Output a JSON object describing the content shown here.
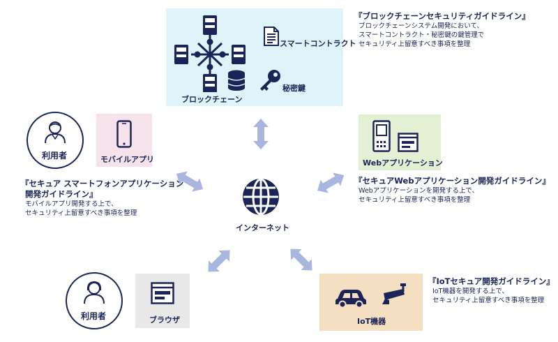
{
  "blockchain_box": {
    "chain_label": "ブロックチェーン",
    "contract_label": "スマートコントラクト",
    "key_label": "秘密鍵"
  },
  "blockchain_guide": {
    "title": "『ブロックチェーンセキュリティガイドライン』",
    "lines": [
      "ブロックチェーンシステム開発において、",
      "スマートコントラクト・秘密鍵の鍵管理で",
      "セキュリティ上留意すべき事項を整理"
    ]
  },
  "user_top": {
    "label": "利用者"
  },
  "mobile_box": {
    "label": "モバイルアプリ"
  },
  "mobile_guide": {
    "title_lines": [
      "『セキュア スマートフォンアプリケーション",
      "開発ガイドライン』"
    ],
    "lines": [
      "モバイルアプリ開発する上で、",
      "セキュリティ上留意すべき事項を整理"
    ]
  },
  "web_box": {
    "label": "Webアプリケーション"
  },
  "web_guide": {
    "title": "『セキュアWebアプリケーション開発ガイドライン』",
    "lines": [
      "Webアプリケーションを開発する上で、",
      "セキュリティ上留意すべき事項を整理"
    ]
  },
  "internet": {
    "label": "インターネット"
  },
  "user_bottom": {
    "label": "利用者"
  },
  "browser_box": {
    "label": "ブラウザ"
  },
  "iot_box": {
    "label": "IoT機器"
  },
  "iot_guide": {
    "title": "『IoTセキュア開発ガイドライン』",
    "lines": [
      "IoT機器を開発する上で、",
      "セキュリティ上留意すべき事項を整理"
    ]
  },
  "colors": {
    "navy": "#1a2456",
    "arrow": "#a9b6dd",
    "blockchain_bg": "#dff3fb",
    "mobile_bg": "#f6e2ea",
    "web_bg": "#e3f0d3",
    "browser_bg": "#e8e8e8",
    "iot_bg": "#f5dfc3"
  }
}
